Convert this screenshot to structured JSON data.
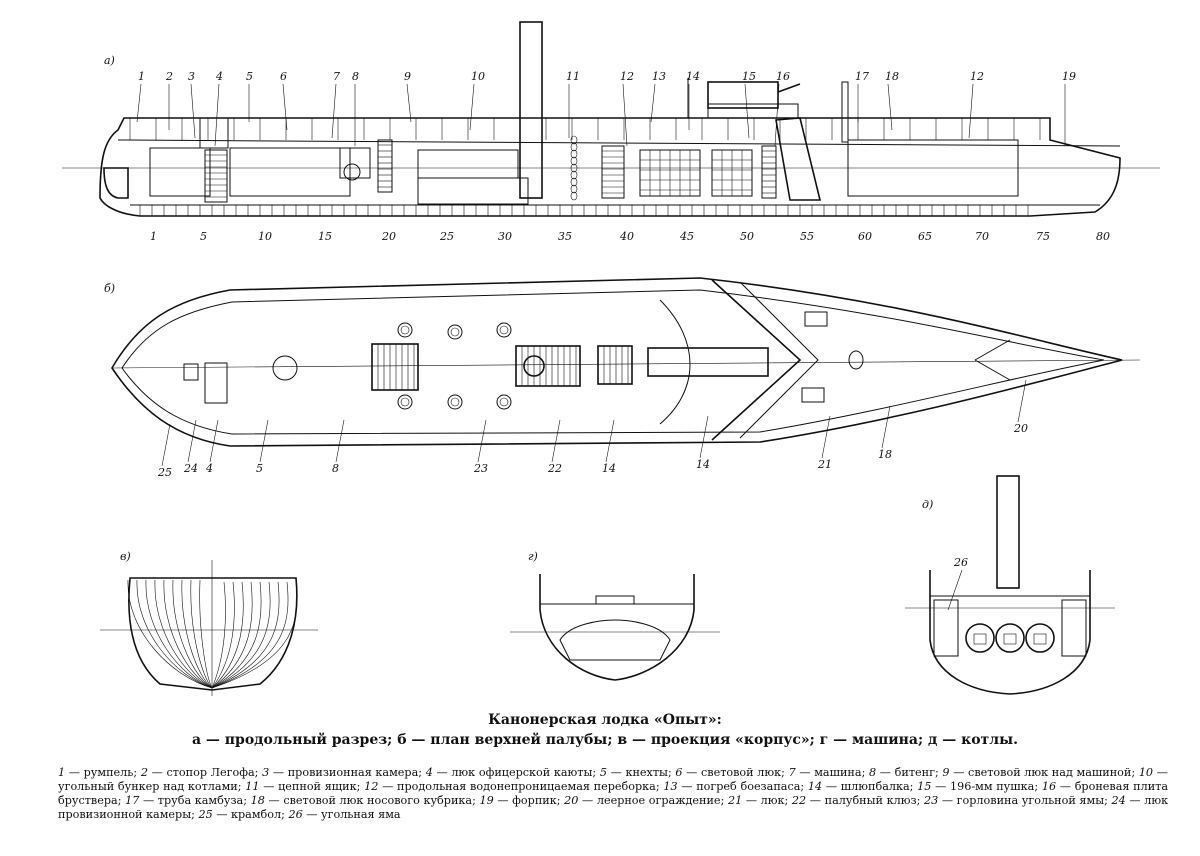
{
  "views": {
    "a": "а)",
    "b": "б)",
    "v": "в)",
    "g": "г)",
    "d": "д)"
  },
  "top_callouts": [
    "1",
    "2",
    "3",
    "4",
    "5",
    "6",
    "7",
    "8",
    "9",
    "10",
    "11",
    "12",
    "13",
    "14",
    "15",
    "16",
    "17",
    "18",
    "12",
    "19"
  ],
  "frame_scale": [
    "1",
    "5",
    "10",
    "15",
    "20",
    "25",
    "30",
    "35",
    "40",
    "45",
    "50",
    "55",
    "60",
    "65",
    "70",
    "75",
    "80"
  ],
  "plan_callouts": [
    "25",
    "24",
    "4",
    "5",
    "8",
    "23",
    "22",
    "14",
    "14",
    "21",
    "18",
    "20"
  ],
  "section_callouts": [
    "26"
  ],
  "caption": {
    "title": "Канонерская лодка «Опыт»:",
    "subtitle": "а — продольный разрез; б — план верхней палубы; в — проекция «корпус»; г — машина; д — котлы."
  },
  "legend": [
    {
      "n": "1",
      "t": "румпель"
    },
    {
      "n": "2",
      "t": "стопор Легофа"
    },
    {
      "n": "3",
      "t": "провизионная камера"
    },
    {
      "n": "4",
      "t": "люк офицерской каюты"
    },
    {
      "n": "5",
      "t": "кнехты"
    },
    {
      "n": "6",
      "t": "световой люк"
    },
    {
      "n": "7",
      "t": "машина"
    },
    {
      "n": "8",
      "t": "битенг"
    },
    {
      "n": "9",
      "t": "световой люк над машиной"
    },
    {
      "n": "10",
      "t": "угольный бункер над котлами"
    },
    {
      "n": "11",
      "t": "цепной ящик"
    },
    {
      "n": "12",
      "t": "продольная водонепроницаемая переборка"
    },
    {
      "n": "13",
      "t": "погреб боезапаса"
    },
    {
      "n": "14",
      "t": "шлюпбалка"
    },
    {
      "n": "15",
      "t": "196-мм пушка"
    },
    {
      "n": "16",
      "t": "броневая плита бруствера"
    },
    {
      "n": "17",
      "t": "труба камбуза"
    },
    {
      "n": "18",
      "t": "световой люк носового кубрика"
    },
    {
      "n": "19",
      "t": "форпик"
    },
    {
      "n": "20",
      "t": "леерное ограждение"
    },
    {
      "n": "21",
      "t": "люк"
    },
    {
      "n": "22",
      "t": "палубный клюз"
    },
    {
      "n": "23",
      "t": "горловина угольной ямы"
    },
    {
      "n": "24",
      "t": "люк провизионной камеры"
    },
    {
      "n": "25",
      "t": "крамбол"
    },
    {
      "n": "26",
      "t": "угольная яма"
    }
  ]
}
